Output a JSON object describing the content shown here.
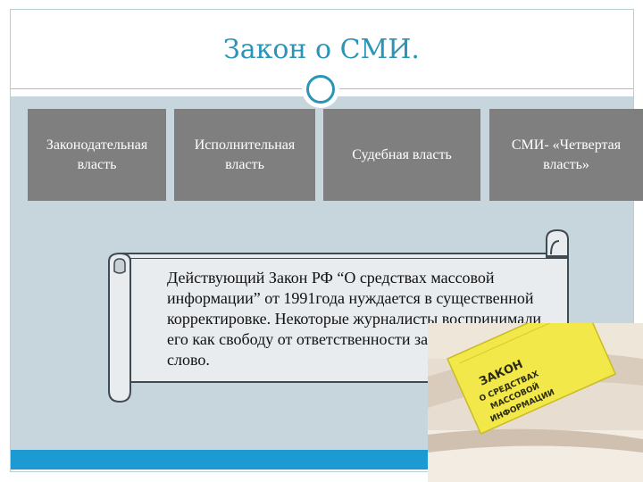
{
  "slide": {
    "title": "Закон о СМИ.",
    "boxes": [
      {
        "label": "Законодательная власть"
      },
      {
        "label": "Исполнительная власть"
      },
      {
        "label": "Судебная власть"
      },
      {
        "label": "СМИ- «Четвертая власть»"
      }
    ],
    "scroll_text": "Действующий Закон РФ “О средствах массовой информации” от 1991года нуждается в существенной корректировке. Некоторые журналисты воспринимали его как свободу от ответственности за сказанное слово.",
    "photo": {
      "booklet_lines": [
        "ЗАКОН",
        "О СРЕДСТВАХ",
        "МАССОВОЙ",
        "ИНФОРМАЦИИ"
      ]
    }
  },
  "colors": {
    "accent": "#2b95b7",
    "box_fill": "#7f7f7f",
    "content_bg": "#c6d6dc",
    "bottom_bar": "#1c9ad1",
    "booklet_yellow": "#f2e84a"
  }
}
